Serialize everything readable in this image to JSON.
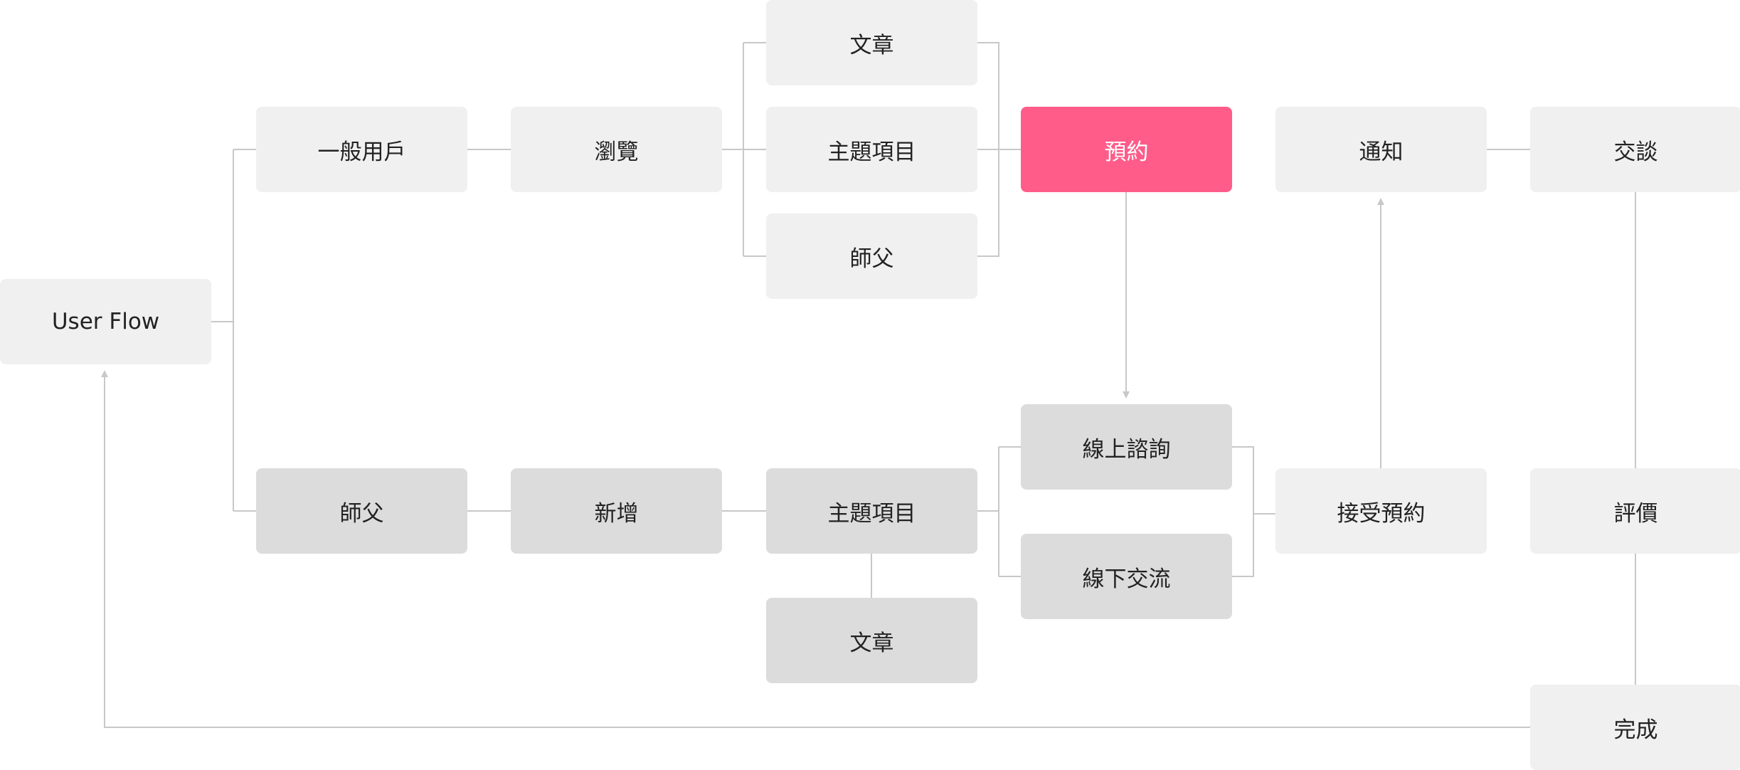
{
  "diagram": {
    "nodes": {
      "user_flow": "User Flow",
      "general_user": "一般用戶",
      "browse": "瀏覽",
      "article_top": "文章",
      "topics_top": "主題項目",
      "master_top": "師父",
      "booking": "預約",
      "notify": "通知",
      "chat": "交談",
      "master_bottom": "師父",
      "add_new": "新增",
      "topics_bottom": "主題項目",
      "article_bottom": "文章",
      "online_consult": "線上諮詢",
      "offline_meet": "線下交流",
      "accept_booking": "接受預約",
      "review": "評價",
      "done": "完成"
    },
    "colors": {
      "node_light": "#f0f0f0",
      "node_dark": "#dcdcdc",
      "accent": "#ff5c8a",
      "connector": "#c8c8c8",
      "text": "#222222"
    }
  }
}
